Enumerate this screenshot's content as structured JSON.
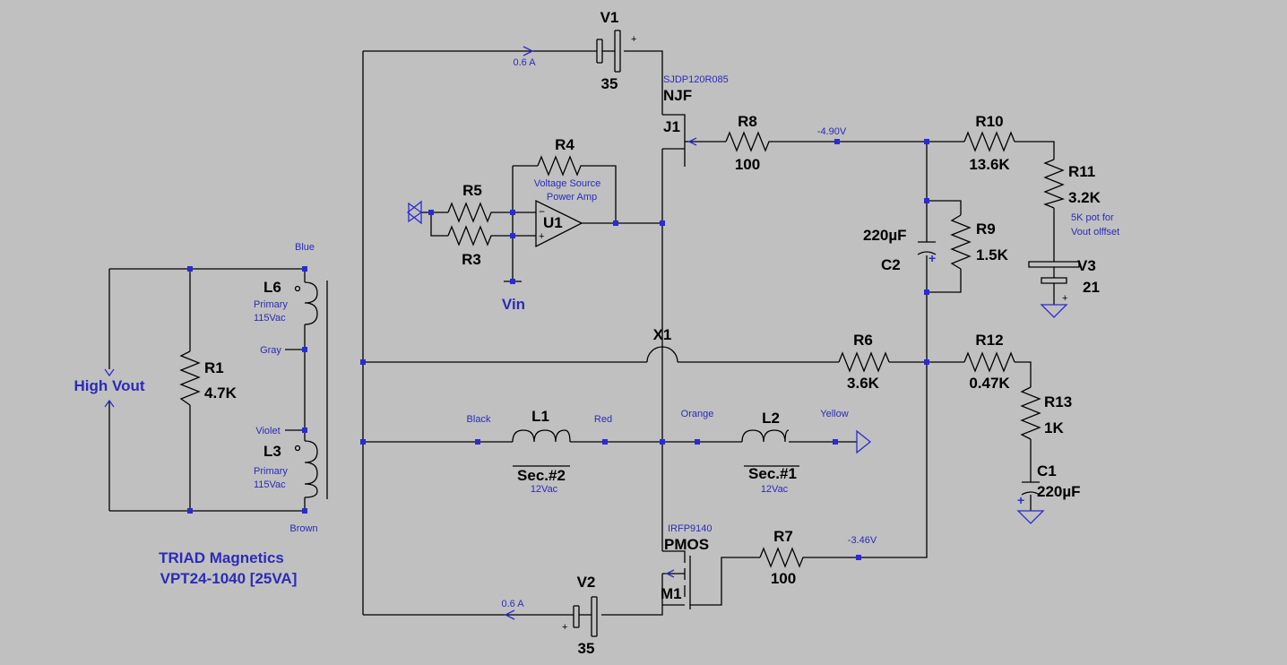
{
  "v1": {
    "name": "V1",
    "value": "35",
    "current": "0.6 A"
  },
  "v2": {
    "name": "V2",
    "value": "35",
    "current": "0.6 A"
  },
  "v3": {
    "name": "V3",
    "value": "21"
  },
  "j1": {
    "model": "SJDP120R085",
    "type": "NJF",
    "name": "J1"
  },
  "m1": {
    "model": "IRFP9140",
    "type": "PMOS",
    "name": "M1"
  },
  "r8": {
    "name": "R8",
    "value": "100"
  },
  "r4": {
    "name": "R4"
  },
  "r5": {
    "name": "R5"
  },
  "r3": {
    "name": "R3"
  },
  "u1": {
    "name": "U1",
    "note_line1": "Voltage Source",
    "note_line2": "Power Amp"
  },
  "vin": "Vin",
  "net_top": "-4.90V",
  "net_bottom": "-3.46V",
  "r10": {
    "name": "R10",
    "value": "13.6K"
  },
  "r11": {
    "name": "R11",
    "value": "3.2K",
    "note_line1": "5K pot for",
    "note_line2": "Vout olffset"
  },
  "c2": {
    "name": "C2",
    "value": "220µF"
  },
  "r9": {
    "name": "R9",
    "value": "1.5K"
  },
  "x1": "X1",
  "r6": {
    "name": "R6",
    "value": "3.6K"
  },
  "r12": {
    "name": "R12",
    "value": "0.47K"
  },
  "r13": {
    "name": "R13",
    "value": "1K"
  },
  "c1": {
    "name": "C1",
    "value": "220µF"
  },
  "l1": {
    "name": "L1",
    "sub": "Sec.#2",
    "rating": "12Vac",
    "left_tap": "Black",
    "right_tap": "Red"
  },
  "l2": {
    "name": "L2",
    "sub": "Sec.#1",
    "rating": "12Vac",
    "left_tap": "Orange",
    "right_tap": "Yellow"
  },
  "r7": {
    "name": "R7",
    "value": "100"
  },
  "l6": {
    "name": "L6",
    "sub": "Primary",
    "rating": "115Vac"
  },
  "l3": {
    "name": "L3",
    "sub": "Primary",
    "rating": "115Vac"
  },
  "taps": {
    "blue": "Blue",
    "gray": "Gray",
    "violet": "Violet",
    "brown": "Brown"
  },
  "r1": {
    "name": "R1",
    "value": "4.7K"
  },
  "high_vout": "High Vout",
  "transformer": {
    "line1": "TRIAD Magnetics",
    "line2": "VPT24-1040 [25VA]"
  }
}
